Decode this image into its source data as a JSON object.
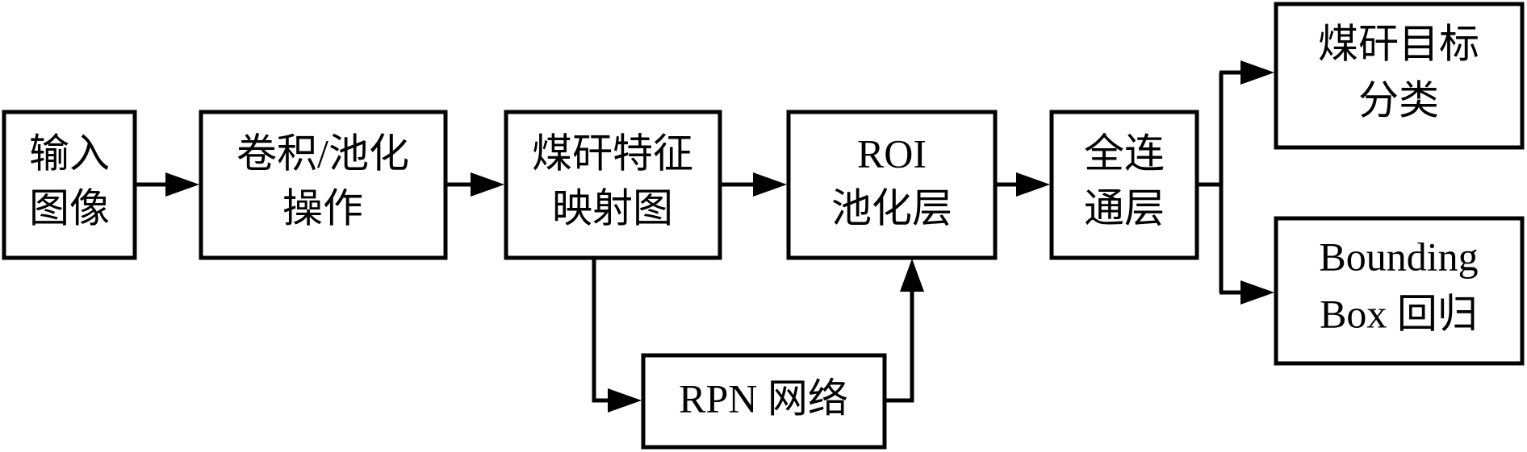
{
  "nodes": {
    "input_image": {
      "lines": [
        "输入",
        "图像"
      ]
    },
    "conv_pool": {
      "lines": [
        "卷积/池化",
        "操作"
      ]
    },
    "feature_map": {
      "lines": [
        "煤矸特征",
        "映射图"
      ]
    },
    "roi_pool": {
      "lines": [
        "ROI",
        "池化层"
      ]
    },
    "fully_connected": {
      "lines": [
        "全连",
        "通层"
      ]
    },
    "classification": {
      "lines": [
        "煤矸目标",
        "分类"
      ]
    },
    "bbox_regression": {
      "lines": [
        "Bounding",
        "Box 回归"
      ]
    },
    "rpn": {
      "lines": [
        "RPN 网络"
      ]
    }
  },
  "edges": [
    {
      "from": "input_image",
      "to": "conv_pool"
    },
    {
      "from": "conv_pool",
      "to": "feature_map"
    },
    {
      "from": "feature_map",
      "to": "roi_pool"
    },
    {
      "from": "feature_map",
      "to": "rpn"
    },
    {
      "from": "rpn",
      "to": "roi_pool"
    },
    {
      "from": "roi_pool",
      "to": "fully_connected"
    },
    {
      "from": "fully_connected",
      "to": "classification"
    },
    {
      "from": "fully_connected",
      "to": "bbox_regression"
    }
  ]
}
